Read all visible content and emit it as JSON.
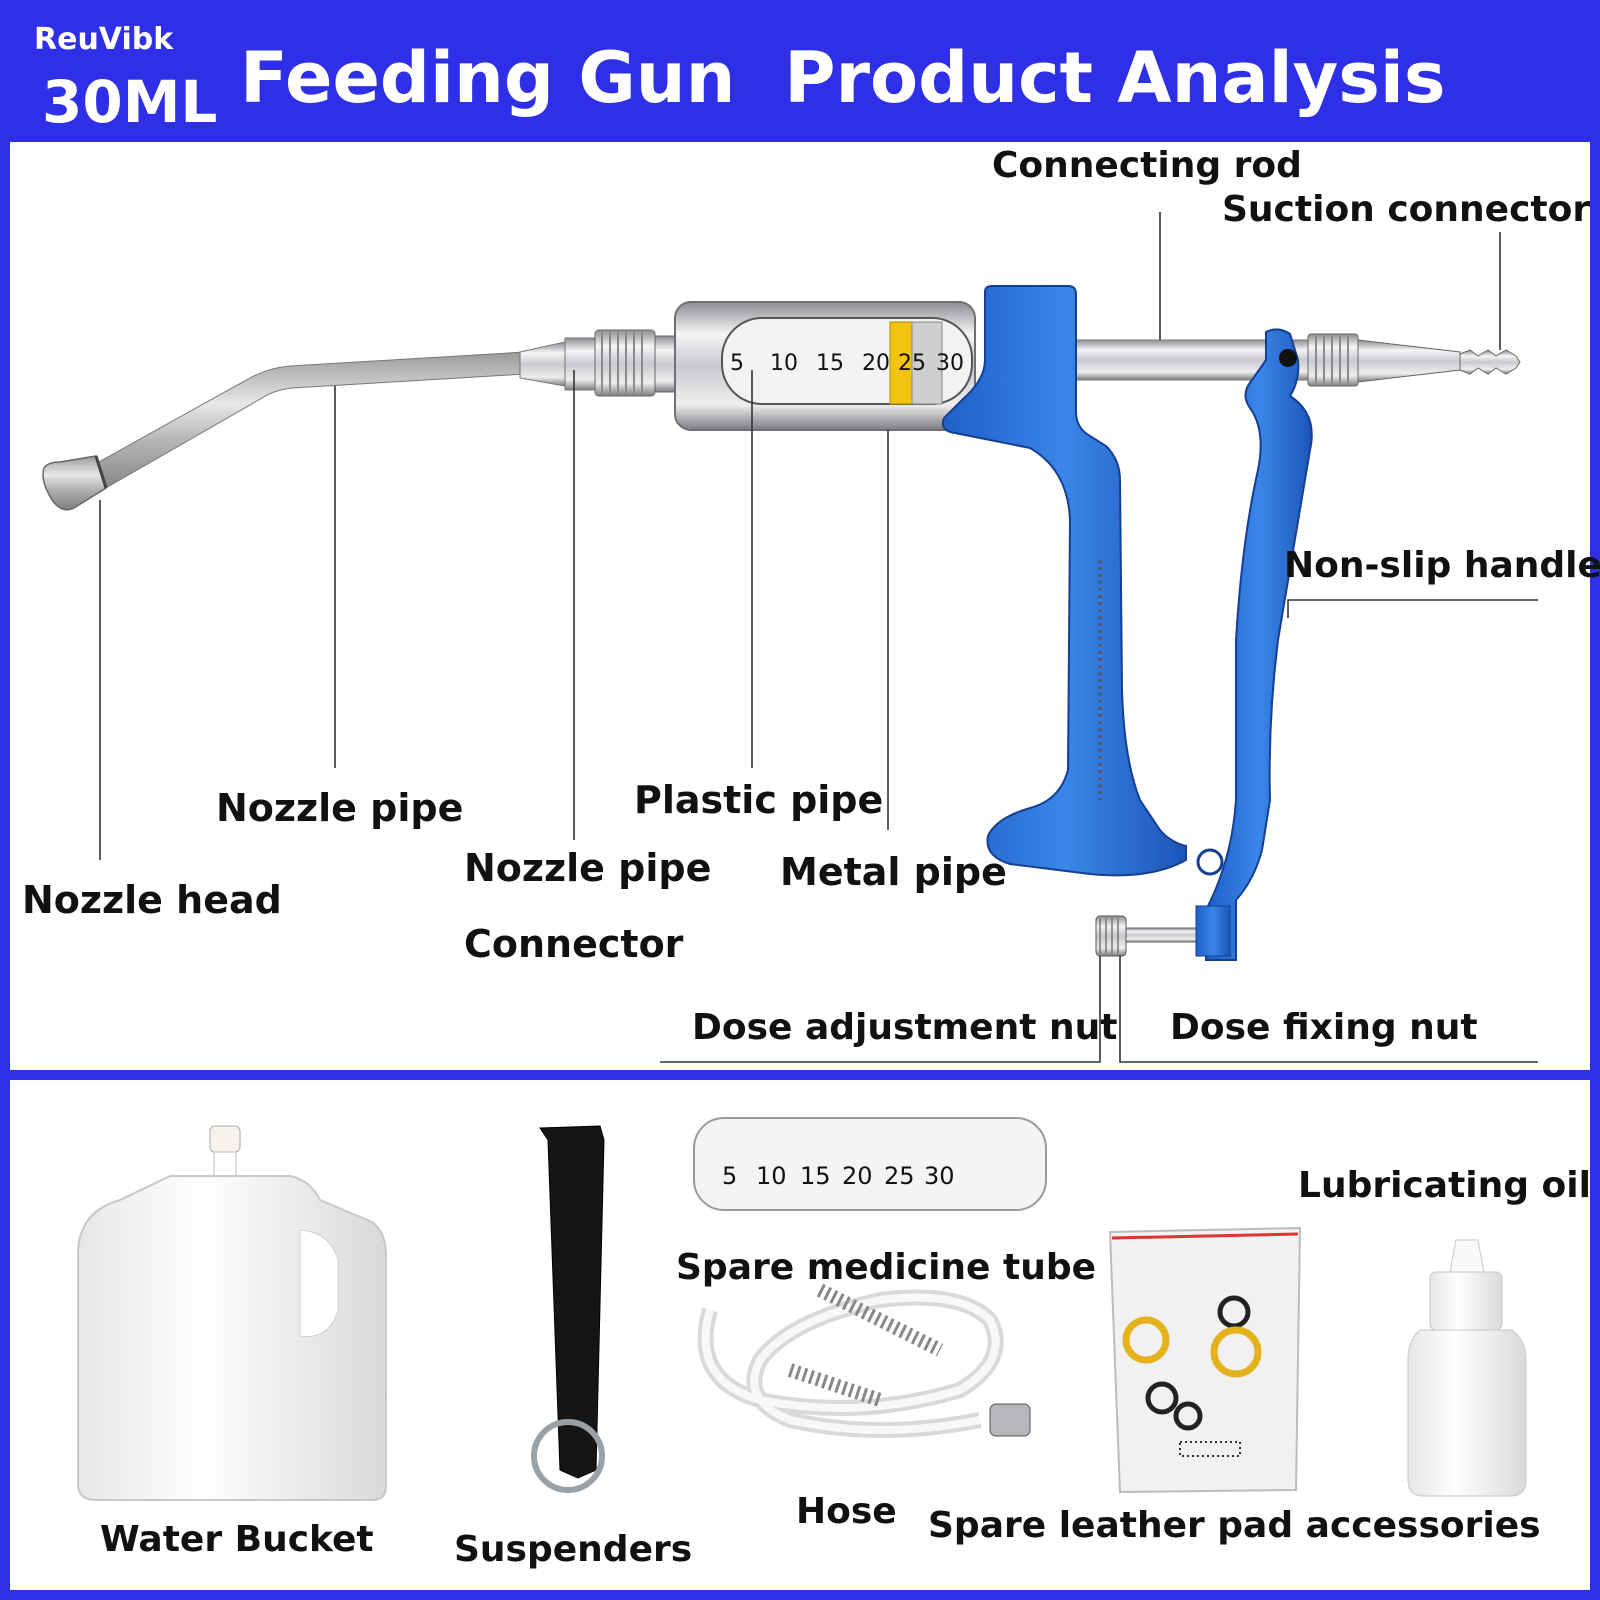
{
  "header": {
    "brand": "ReuVibk",
    "capacity": "30ML",
    "title": "Feeding Gun  Product Analysis"
  },
  "colors": {
    "frame": "#2f2fe8",
    "handle": "#2f72d8",
    "metal": "#c8c8cc",
    "accent_ring": "#f2c40f"
  },
  "gun": {
    "scale_marks": [
      "5",
      "10",
      "15",
      "20",
      "25",
      "30"
    ]
  },
  "labels": {
    "connecting_rod": "Connecting rod",
    "suction_connector": "Suction connector",
    "non_slip_handle": "Non-slip handle",
    "nozzle_pipe": "Nozzle pipe",
    "plastic_pipe": "Plastic pipe",
    "nozzle_pipe_connector_1": "Nozzle pipe",
    "nozzle_pipe_connector_2": "Connector",
    "metal_pipe": "Metal pipe",
    "nozzle_head": "Nozzle head",
    "dose_adjustment_nut": "Dose adjustment nut",
    "dose_fixing_nut": "Dose fixing nut"
  },
  "accessories": {
    "water_bucket": "Water Bucket",
    "suspenders": "Suspenders",
    "spare_tube": "Spare medicine tube",
    "hose": "Hose",
    "lubricating_oil": "Lubricating oil",
    "leather_pad": "Spare leather pad accessories",
    "tube_marks": [
      "5",
      "10",
      "15",
      "20",
      "25",
      "30"
    ]
  }
}
